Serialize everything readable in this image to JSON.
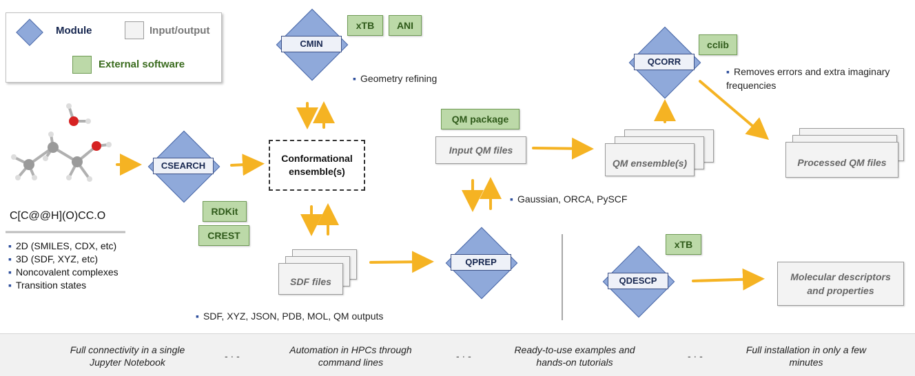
{
  "legend": {
    "module_label": "Module",
    "io_label": "Input/output",
    "external_label": "External software"
  },
  "modules": {
    "csearch": "CSEARCH",
    "cmin": "CMIN",
    "qprep": "QPREP",
    "qcorr": "QCORR",
    "qdescp": "QDESCP"
  },
  "software": {
    "xtb": "xTB",
    "ani": "ANI",
    "rdkit": "RDKit",
    "crest": "CREST",
    "cclib": "cclib",
    "qm_package": "QM package",
    "xtb2": "xTB"
  },
  "io": {
    "conformational": "Conformational ensemble(s)",
    "input_qm": "Input QM files",
    "qm_ensemble": "QM ensemble(s)",
    "processed_qm": "Processed QM files",
    "sdf_files": "SDF files",
    "descriptors": "Molecular descriptors and properties"
  },
  "notes": {
    "geometry": "Geometry refining",
    "removes": "Removes errors and extra imaginary frequencies",
    "gaussian": "Gaussian, ORCA, PySCF",
    "sdf_formats": "SDF, XYZ, JSON, PDB, MOL, QM outputs"
  },
  "smiles": "C[C@@H](O)CC.O",
  "input_types": [
    "2D (SMILES, CDX, etc)",
    "3D (SDF, XYZ, etc)",
    "Noncovalent complexes",
    "Transition states"
  ],
  "footer": [
    "Full connectivity in a single Jupyter Notebook",
    "Automation in HPCs through command lines",
    "Ready-to-use examples and hands-on tutorials",
    "Full installation in only a few minutes"
  ],
  "footer_separator": "- · -",
  "colors": {
    "module": "#8fa9da",
    "external": "#bcd9a8",
    "arrow": "#f5b323",
    "io_box": "#f3f3f3"
  }
}
